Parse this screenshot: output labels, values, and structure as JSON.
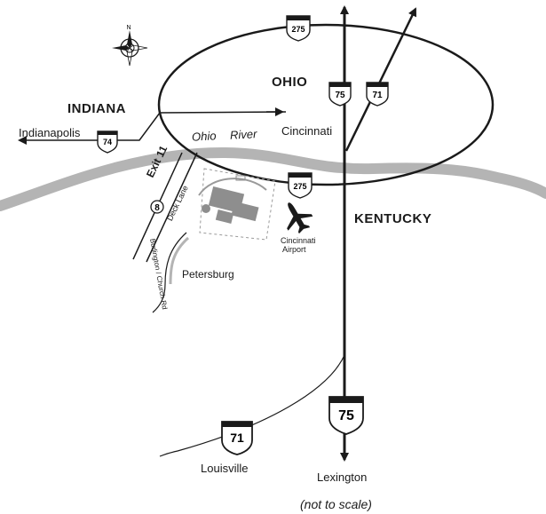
{
  "states": {
    "indiana": "INDIANA",
    "ohio": "OHIO",
    "kentucky": "KENTUCKY"
  },
  "cities": {
    "indianapolis": "Indianapolis",
    "cincinnati": "Cincinnati",
    "louisville": "Louisville",
    "lexington": "Lexington",
    "petersburg": "Petersburg"
  },
  "airport": {
    "name_line1": "Cincinnati",
    "name_line2": "Airport"
  },
  "river": {
    "name_part1": "Ohio",
    "name_part2": "River"
  },
  "roads": {
    "exit": "Exit 11",
    "exit_number": "8",
    "deck_lane": "Deck Lane",
    "church_rd": "Burlington / Church Rd"
  },
  "highways": {
    "i275_top": "275",
    "i275_bottom": "275",
    "i75_north": "75",
    "i75_south": "75",
    "i71_north": "71",
    "i71_south": "71",
    "i74": "74"
  },
  "note": "(not to scale)",
  "colors": {
    "river": "#b4b4b4",
    "road": "#1a1a1a",
    "background": "#ffffff"
  },
  "icons": {
    "compass": "compass-rose-icon",
    "airplane": "airplane-icon"
  }
}
